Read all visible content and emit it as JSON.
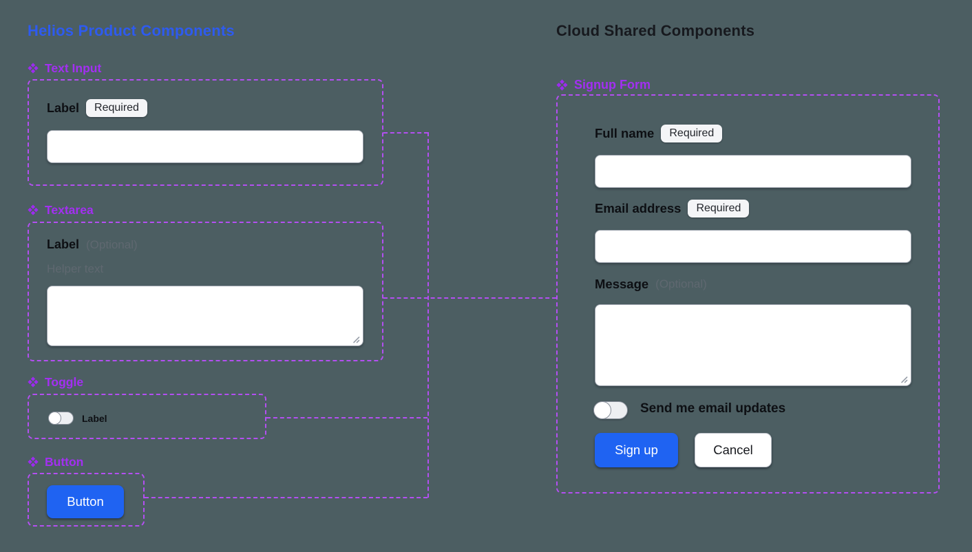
{
  "left": {
    "title": "Helios Product Components",
    "text_input": {
      "header": "Text Input",
      "label": "Label",
      "badge": "Required",
      "input_value": ""
    },
    "textarea": {
      "header": "Textarea",
      "label": "Label",
      "optional": "(Optional)",
      "helper": "Helper text",
      "textarea_value": ""
    },
    "toggle": {
      "header": "Toggle",
      "label": "Label",
      "state": "off"
    },
    "button": {
      "header": "Button",
      "label": "Button"
    }
  },
  "right": {
    "title": "Cloud Shared Components",
    "signup": {
      "header": "Signup Form",
      "full_name": {
        "label": "Full name",
        "badge": "Required",
        "input_value": ""
      },
      "email": {
        "label": "Email address",
        "badge": "Required",
        "input_value": ""
      },
      "message": {
        "label": "Message",
        "optional": "(Optional)",
        "textarea_value": ""
      },
      "updates": {
        "label": "Send me email updates",
        "state": "off"
      },
      "actions": {
        "submit": "Sign up",
        "cancel": "Cancel"
      }
    }
  },
  "colors": {
    "background": "#4c5e62",
    "title_blue": "#2e5bef",
    "title_dark": "#17191e",
    "component_purple": "#a32ff2",
    "connector_purple": "#b44ff2",
    "button_blue": "#1f63f2",
    "badge_bg": "#f4f5f7",
    "text_dark": "#0d0f13",
    "text_muted": "#5f6870",
    "field_border": "#99a0aa"
  }
}
